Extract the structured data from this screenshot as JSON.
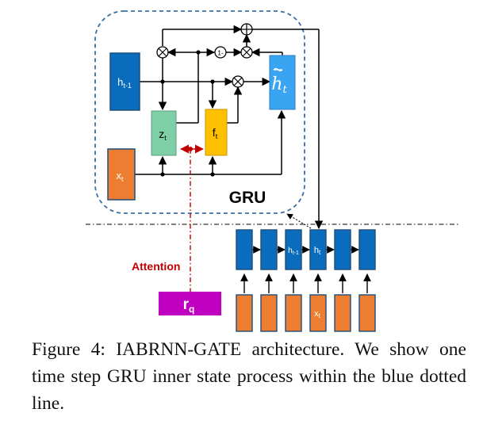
{
  "gru": {
    "title": "GRU",
    "h_prev_main": "h",
    "h_prev_sub": "t-1",
    "x_main": "x",
    "x_sub": "t",
    "z_main": "z",
    "z_sub": "t",
    "f_main": "f",
    "f_sub": "t",
    "h_tilde_main": "h",
    "h_tilde_sub": "t",
    "one_minus": "1-"
  },
  "attention": {
    "label": "Attention",
    "rq_main": "r",
    "rq_sub": "q"
  },
  "chain": {
    "h_prev_main": "h",
    "h_prev_sub": "t-1",
    "h_cur_main": "h",
    "h_cur_sub": "t",
    "x_main": "x",
    "x_sub": "t"
  },
  "caption": "Figure 4: IABRNN-GATE architecture. We show one time step GRU inner state process within the blue dotted line.",
  "colors": {
    "dark_blue": "#0a6cbd",
    "light_blue": "#39a5f2",
    "orange": "#ed7d31",
    "green": "#7ecfa6",
    "yellow": "#ffc000",
    "magenta": "#c000c0",
    "attention_red": "#c00000",
    "gru_border": "#3a6ea5"
  }
}
